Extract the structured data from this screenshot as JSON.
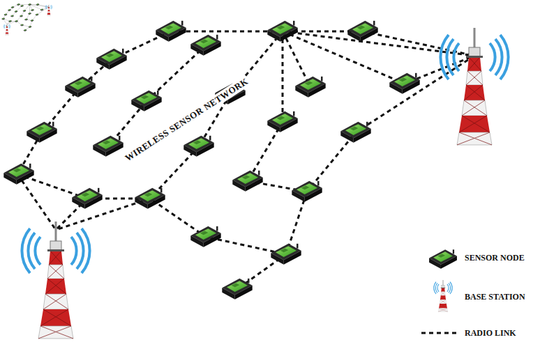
{
  "diagram": {
    "labels": [
      "WIRELESS SENSOR NETWORK"
    ],
    "legend": [
      {
        "text": "SENSOR NODE"
      },
      {
        "text": "BASE STATION"
      },
      {
        "text": "RADIO LINK"
      }
    ]
  }
}
